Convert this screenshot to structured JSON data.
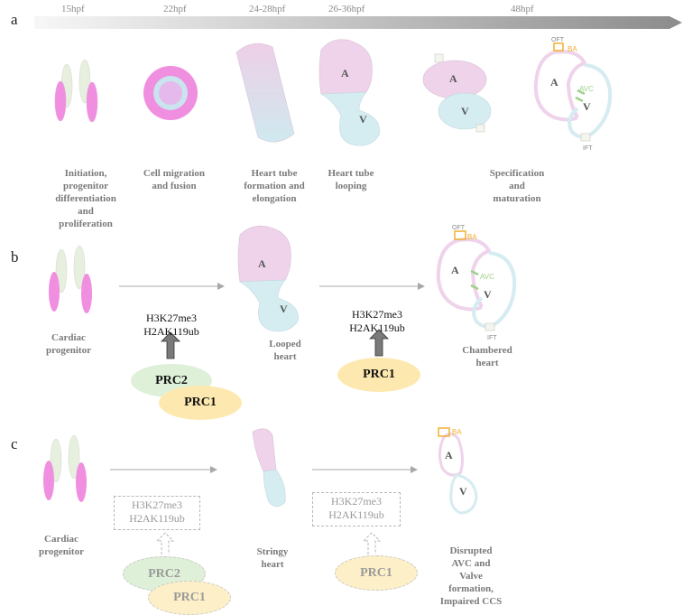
{
  "panels": [
    "a",
    "b",
    "c"
  ],
  "timeline": [
    "15hpf",
    "22hpf",
    "24-28hpf",
    "26-36hpf",
    "48hpf"
  ],
  "stages": [
    "Initiation,\nprogenitor\ndifferentiation\nand\nproliferation",
    "Cell migration\nand fusion",
    "Heart tube\nformation and\nelongation",
    "Heart tube\nlooping",
    "Specification\nand\nmaturation"
  ],
  "chambers": {
    "atrium": "A",
    "ventricle": "V"
  },
  "structures": {
    "oft": "OFT",
    "ba": "BA",
    "avc": "AVC",
    "ift": "IFT"
  },
  "panel_b": {
    "progenitor": "Cardiac\nprogenitor",
    "looped": "Looped\nheart",
    "chambered": "Chambered\nheart",
    "marks_1": "H3K27me3\nH2AK119ub",
    "marks_2": "H3K27me3\nH2AK119ub",
    "prc2": "PRC2",
    "prc1_a": "PRC1",
    "prc1_b": "PRC1"
  },
  "panel_c": {
    "progenitor": "Cardiac\nprogenitor",
    "stringy": "Stringy\nheart",
    "disrupted": "Disrupted\nAVC and\nValve\nformation,\nImpaired CCS",
    "marks_1": "H3K27me3\nH2AK119ub",
    "marks_2": "H3K27me3\nH2AK119ub",
    "prc2": "PRC2",
    "prc1_a": "PRC1",
    "prc1_b": "PRC1"
  },
  "colors": {
    "magenta": "#f08ee0",
    "pale_green": "#e7efdf",
    "pink_fill": "#eed3ea",
    "blue_fill": "#d5ecf1",
    "green_ellipse": "#dff0d8",
    "yellow_ellipse": "#fde9b0",
    "orange": "#f0b030",
    "green_mark": "#9ed08a"
  }
}
